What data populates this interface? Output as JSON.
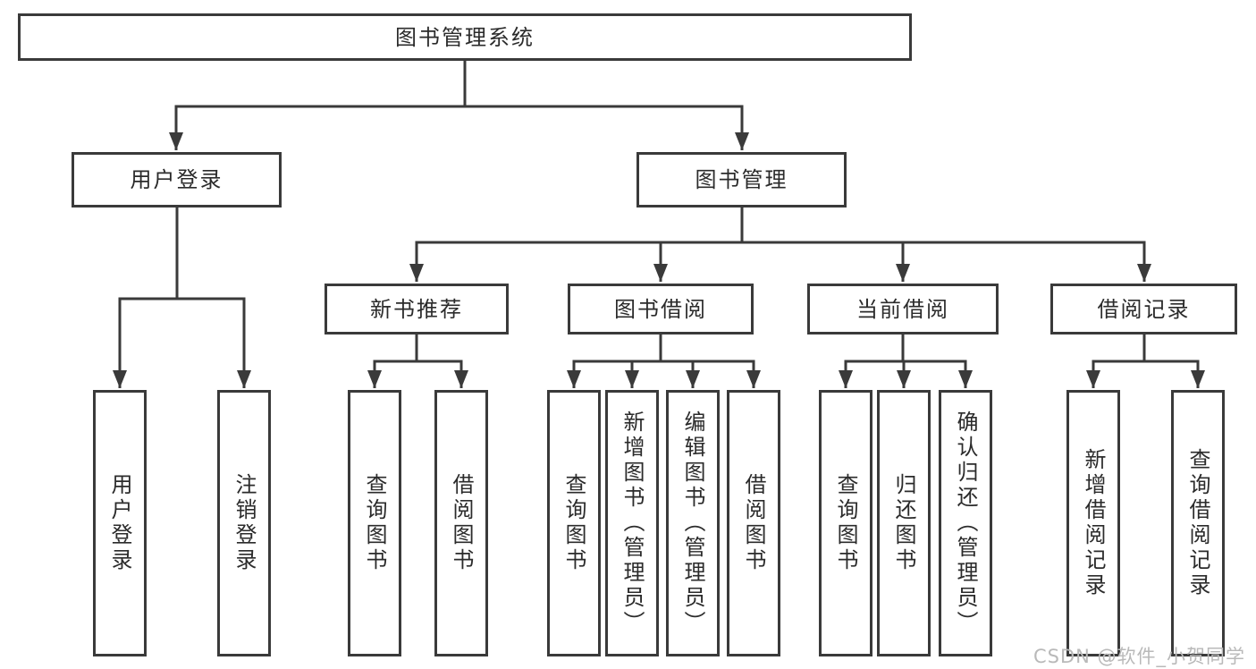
{
  "root": {
    "label": "图书管理系统"
  },
  "user_login": {
    "label": "用户登录",
    "children": {
      "login": {
        "label": "用户登录"
      },
      "logout": {
        "label": "注销登录"
      }
    }
  },
  "book_mgmt": {
    "label": "图书管理",
    "children": {
      "new_book_rec": {
        "label": "新书推荐",
        "children": {
          "query_books": {
            "label": "查询图书"
          },
          "borrow_books": {
            "label": "借阅图书"
          }
        }
      },
      "book_borrow": {
        "label": "图书借阅",
        "children": {
          "query_books": {
            "label": "查询图书"
          },
          "add_books": {
            "label": "新增图书（管理员）"
          },
          "edit_books": {
            "label": "编辑图书（管理员）"
          },
          "borrow_books": {
            "label": "借阅图书"
          }
        }
      },
      "current_borrow": {
        "label": "当前借阅",
        "children": {
          "query_books": {
            "label": "查询图书"
          },
          "return_books": {
            "label": "归还图书"
          },
          "confirm_return": {
            "label": "确认归还（管理员）"
          }
        }
      },
      "borrow_records": {
        "label": "借阅记录",
        "children": {
          "add_record": {
            "label": "新增借阅记录"
          },
          "query_record": {
            "label": "查询借阅记录"
          }
        }
      }
    }
  },
  "watermark": {
    "text": "CSDN @软件_小贺同学"
  },
  "colors": {
    "line": "#3a3a3a",
    "text": "#2b2b2b",
    "watermark": "#b9b9b9",
    "background": "#ffffff"
  }
}
